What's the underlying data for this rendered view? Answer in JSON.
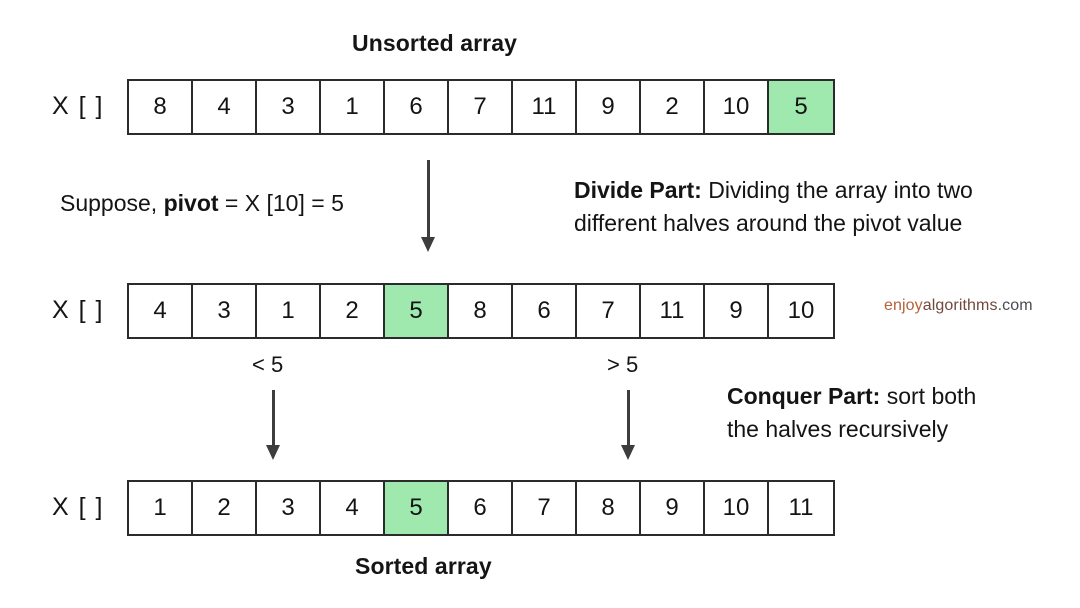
{
  "titles": {
    "top": "Unsorted array",
    "bottom": "Sorted array"
  },
  "labels": {
    "array_label": "X [ ]",
    "less_than": "< 5",
    "greater_than": "> 5"
  },
  "notes": {
    "pivot_prefix": "Suppose, ",
    "pivot_bold": "pivot",
    "pivot_suffix": " = X [10] = 5",
    "divide_bold": "Divide Part:",
    "divide_line1": " Dividing the array into two",
    "divide_line2": "different halves around the pivot value",
    "conquer_bold": "Conquer Part:",
    "conquer_line1": " sort both",
    "conquer_line2": "the halves recursively"
  },
  "watermark": {
    "part1": "enjoy",
    "part2": "algorithms",
    "part3": ".com"
  },
  "colors": {
    "pivot_highlight": "#9fe8ae",
    "cell_border": "#2b2b2b",
    "arrow": "#3d3d3d",
    "text": "#141414"
  },
  "chart_data": {
    "type": "diagram",
    "title": "Quick sort: divide and conquer on an array",
    "pivot_value": 5,
    "pivot_index": 10,
    "rows": [
      {
        "name": "unsorted",
        "label": "X [ ]",
        "caption": "Unsorted array",
        "values": [
          8,
          4,
          3,
          1,
          6,
          7,
          11,
          9,
          2,
          10,
          5
        ],
        "highlight_index": 10
      },
      {
        "name": "partitioned",
        "label": "X [ ]",
        "caption": "",
        "values": [
          4,
          3,
          1,
          2,
          5,
          8,
          6,
          7,
          11,
          9,
          10
        ],
        "highlight_index": 4
      },
      {
        "name": "sorted",
        "label": "X [ ]",
        "caption": "Sorted array",
        "values": [
          1,
          2,
          3,
          4,
          5,
          6,
          7,
          8,
          9,
          10,
          11
        ],
        "highlight_index": 4
      }
    ]
  }
}
